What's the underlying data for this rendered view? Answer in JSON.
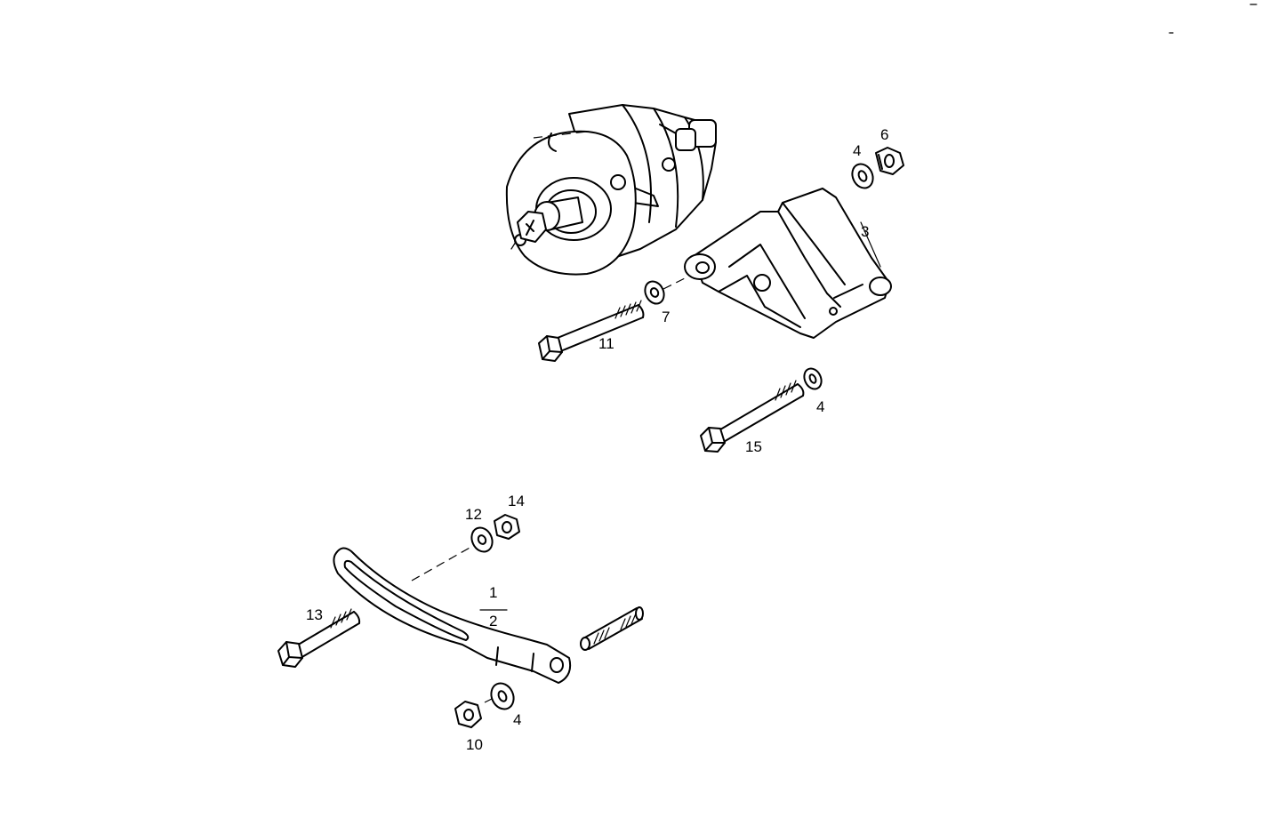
{
  "callouts": {
    "c1": "1",
    "c2": "2",
    "c3": "3",
    "c4a": "4",
    "c4b": "4",
    "c4c": "4",
    "c6": "6",
    "c7": "7",
    "c10": "10",
    "c11": "11",
    "c12": "12",
    "c13": "13",
    "c14": "14",
    "c15": "15"
  }
}
